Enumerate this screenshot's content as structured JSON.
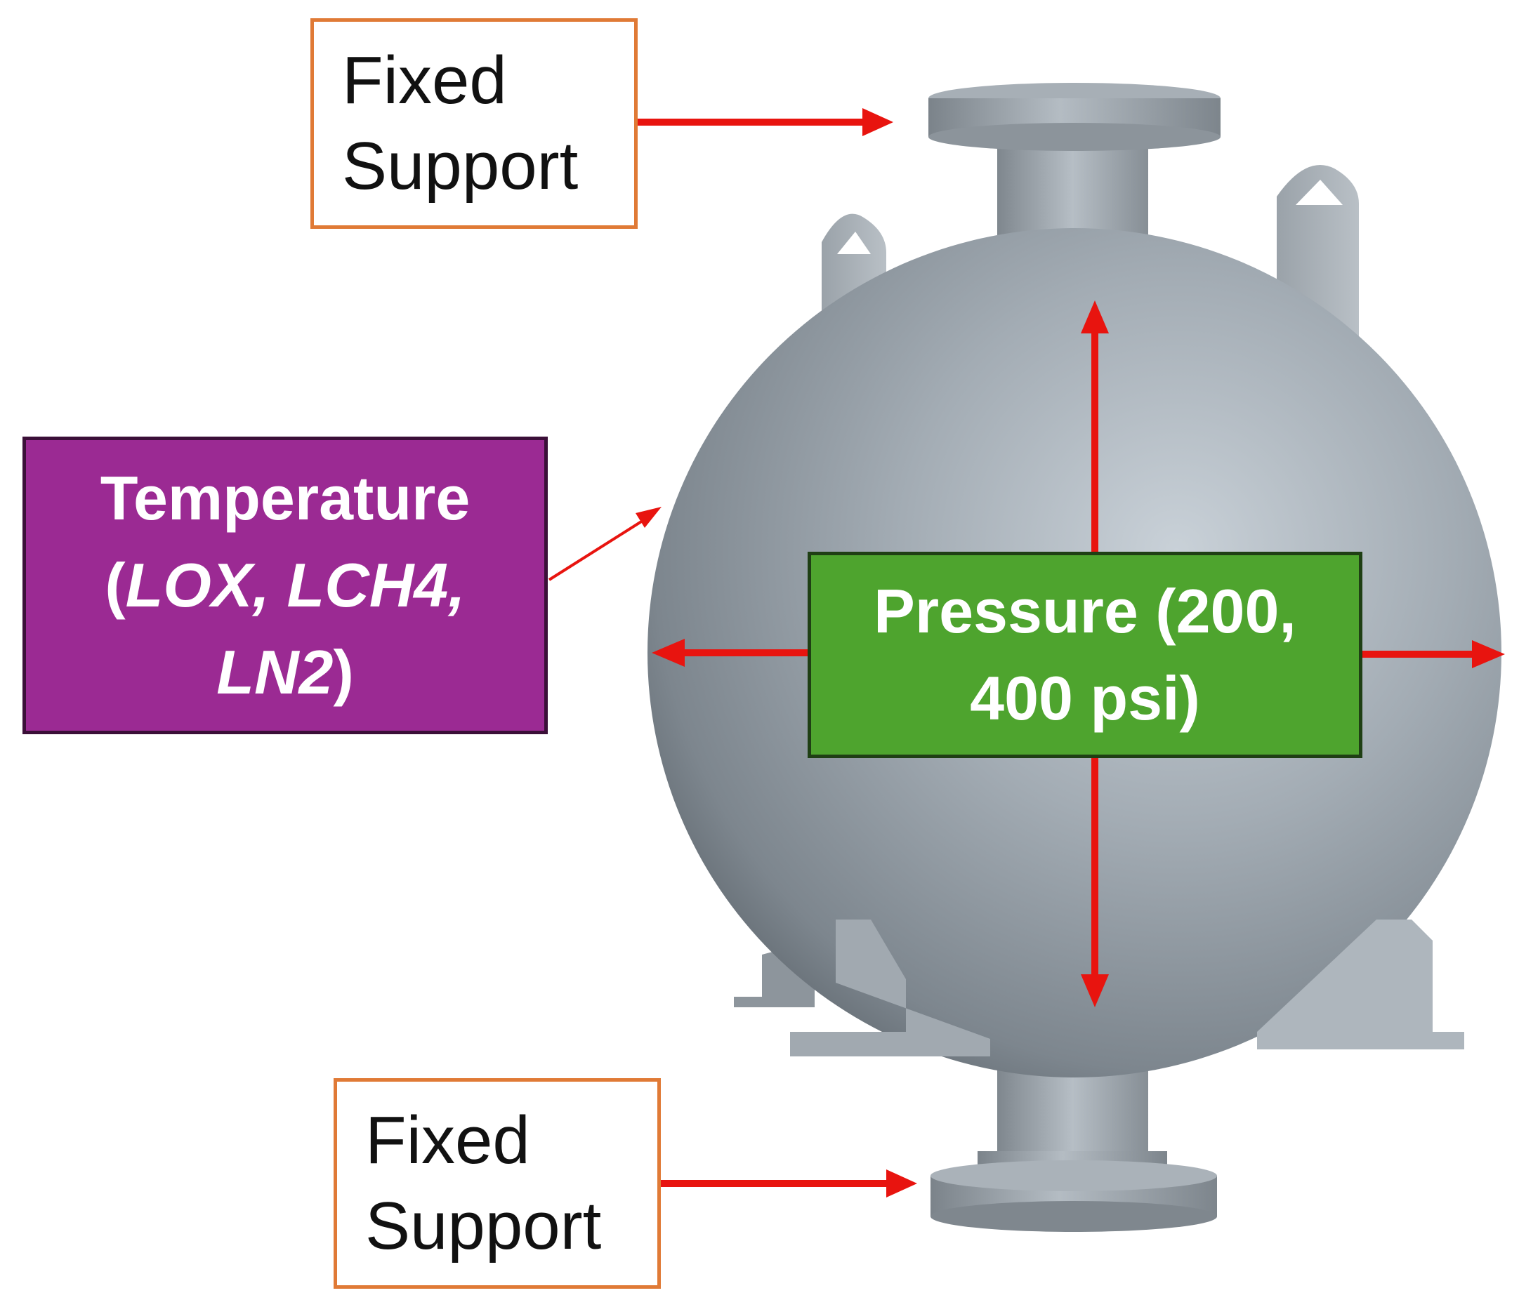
{
  "labels": {
    "fixed_top": {
      "line1": "Fixed",
      "line2": "Support"
    },
    "fixed_bottom": {
      "line1": "Fixed",
      "line2": "Support"
    },
    "temperature": {
      "heading": "Temperature",
      "open_paren": "(",
      "fluid1": "LOX,",
      "fluid2": "LCH4,",
      "fluid3": "LN2",
      "close_paren": ")"
    },
    "pressure": {
      "line1": "Pressure (200,",
      "line2": "400 psi)"
    }
  },
  "colors": {
    "arrow": "#e8140f",
    "fixed_border": "#e07a36",
    "temperature_fill": "#9b2a93",
    "pressure_fill": "#4ea42e",
    "vessel": "#9aa3ab"
  }
}
